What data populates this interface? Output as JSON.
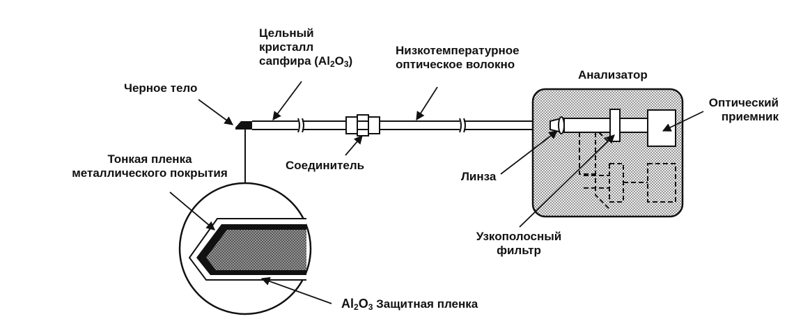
{
  "labels": {
    "crystal_line1": "Цельный",
    "crystal_line2": "кристалл",
    "crystal_line3_prefix": "сапфира (Al",
    "crystal_sub1": "2",
    "crystal_mid": "O",
    "crystal_sub2": "3",
    "crystal_suffix": ")",
    "fiber_line1": "Низкотемпературное",
    "fiber_line2": "оптическое волокно",
    "analyzer": "Анализатор",
    "blackbody": "Черное тело",
    "receiver_line1": "Оптический",
    "receiver_line2": "приемник",
    "thinfilm_line1": "Тонкая пленка",
    "thinfilm_line2": "металлического покрытия",
    "connector": "Соединитель",
    "lens": "Линза",
    "filter_line1": "Узкополосный",
    "filter_line2": "фильтр",
    "protective_prefix": "Al",
    "protective_sub1": "2",
    "protective_mid": "O",
    "protective_sub2": "3",
    "protective_suffix": " Защитная пленка"
  }
}
